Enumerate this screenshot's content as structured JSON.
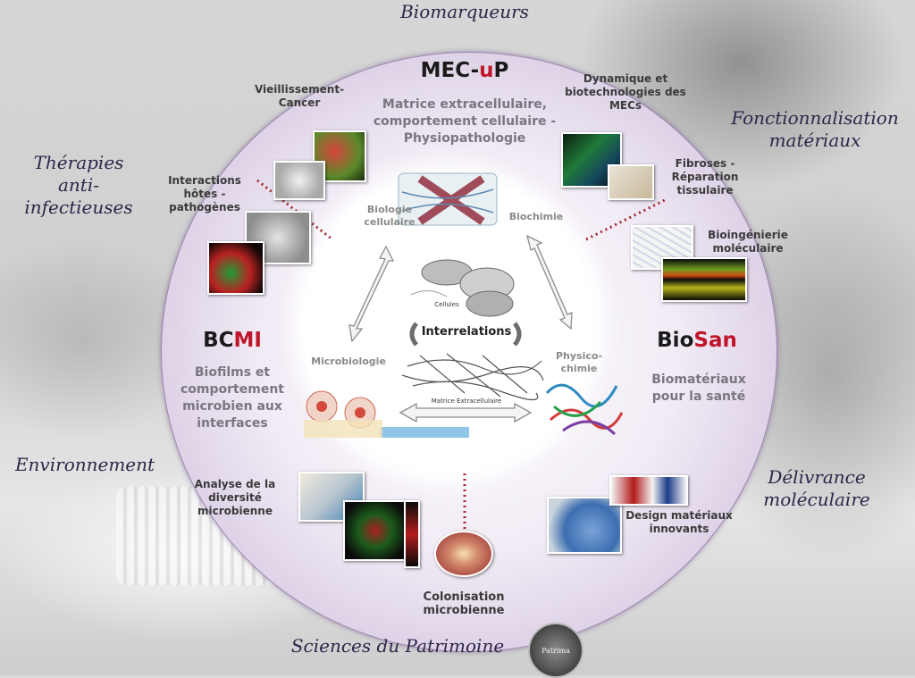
{
  "outer_labels": {
    "biomarqueurs": "Biomarqueurs",
    "fonctionnalisation": [
      "Fonctionnalisation",
      "matériaux"
    ],
    "therapies": [
      "Thérapies",
      "anti-",
      "infectieuses"
    ],
    "environnement": "Environnement",
    "delivrance": [
      "Délivrance",
      "moléculaire"
    ],
    "patrimoine": "Sciences du Patrimoine"
  },
  "teams": {
    "mecup": {
      "prefix": "MEC-",
      "accent": "u",
      "suffix": "P",
      "description": [
        "Matrice extracellulaire,",
        "comportement cellulaire -",
        "Physiopathologie"
      ]
    },
    "bcmi": {
      "prefix": "BC",
      "accent": "MI",
      "suffix": "",
      "description": [
        "Biofilms et",
        "comportement",
        "microbien aux",
        "interfaces"
      ]
    },
    "biosan": {
      "prefix": "Bio",
      "accent": "San",
      "suffix": "",
      "description": [
        "Biomatériaux",
        "pour la santé"
      ]
    }
  },
  "topics": {
    "vieillissement": [
      "Vieillissement-",
      "Cancer"
    ],
    "dynamique": [
      "Dynamique et",
      "biotechnologies des",
      "MECs"
    ],
    "interactions": [
      "Interactions",
      "hôtes -",
      "pathogènes"
    ],
    "fibroses": [
      "Fibroses -",
      "Réparation",
      "tissulaire"
    ],
    "bioingenierie": [
      "Bioingénierie",
      "moléculaire"
    ],
    "analyse": [
      "Analyse de la",
      "diversité",
      "microbienne"
    ],
    "design": [
      "Design matériaux",
      "innovants"
    ],
    "colonisation": [
      "Colonisation",
      "microbienne"
    ]
  },
  "center": {
    "biologie": [
      "Biologie",
      "cellulaire"
    ],
    "biochimie": "Biochimie",
    "microbiologie": "Microbiologie",
    "physicochimie": [
      "Physico-",
      "chimie"
    ],
    "interrelations": "Interrelations",
    "cellules": "Cellules",
    "matrice": "Matrice Extracellulaire"
  },
  "logo": "Patrima",
  "colors": {
    "accent_red": "#c0152a",
    "ring": "#b7a3c7",
    "dotted_line": "#a0282e"
  }
}
